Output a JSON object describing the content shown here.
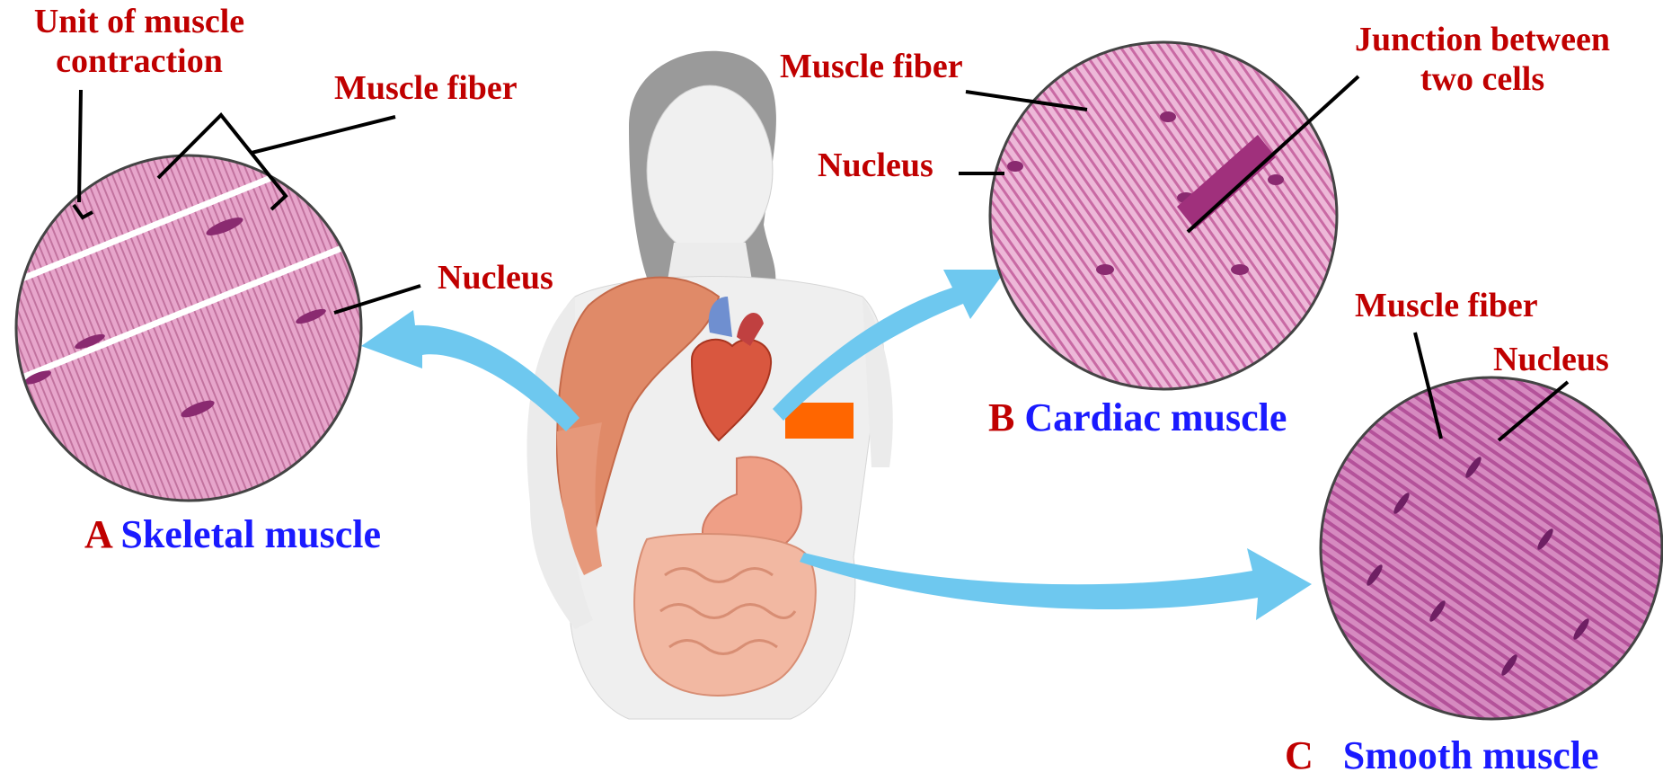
{
  "labels": {
    "unit_of_contraction": [
      "Unit of muscle",
      "contraction"
    ],
    "skeletal_fiber": "Muscle fiber",
    "skeletal_nucleus": "Nucleus",
    "cardiac_fiber": "Muscle fiber",
    "cardiac_nucleus": "Nucleus",
    "junction": [
      "Junction between",
      "two cells"
    ],
    "smooth_fiber": "Muscle fiber",
    "smooth_nucleus": "Nucleus"
  },
  "captions": {
    "skeletal": {
      "letter": "A",
      "name": "Skeletal muscle"
    },
    "cardiac": {
      "letter": "B",
      "name": "Cardiac muscle"
    },
    "smooth": {
      "letter": "C",
      "name": "Smooth muscle"
    }
  },
  "colors": {
    "label_red": "#c00000",
    "caption_blue": "#1a1aff",
    "arrow": "#6ec8ef",
    "tissue_pink": "#e6a4c8",
    "redaction_box": "#ff6600"
  }
}
